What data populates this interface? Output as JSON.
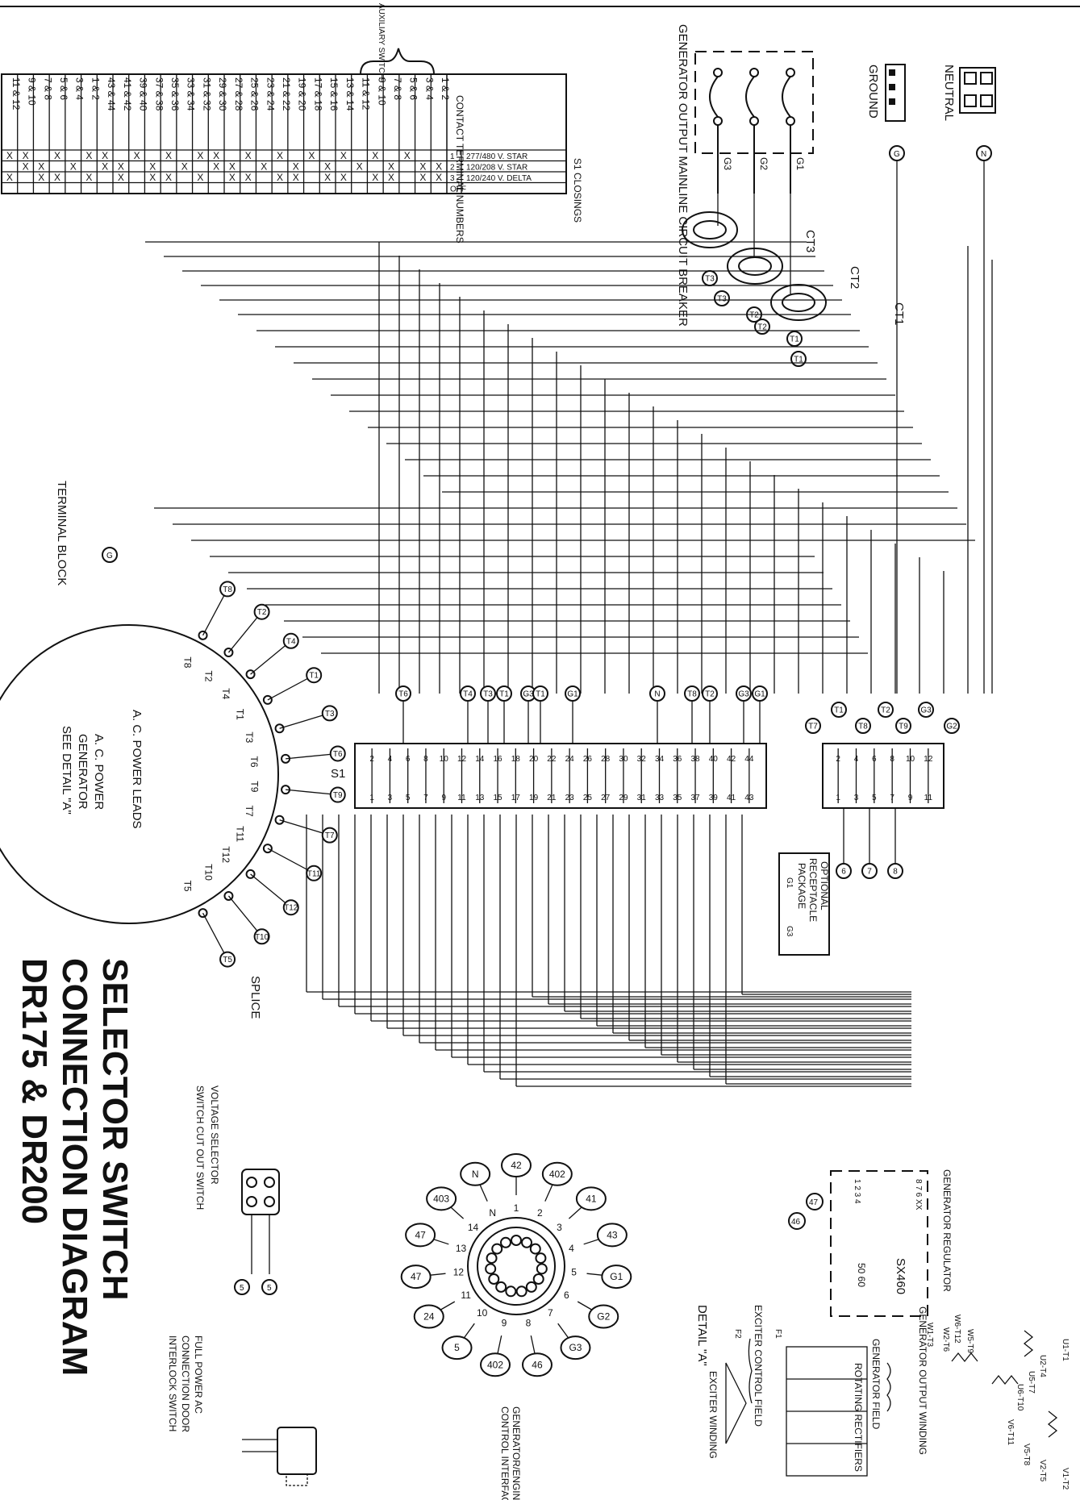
{
  "title": {
    "line1": "SELECTOR SWITCH",
    "line2": "CONNECTION DIAGRAM",
    "line3": "DR175 & DR200"
  },
  "labels": {
    "breaker": "GENERATOR OUTPUT MAINLINE CIRCUIT BREAKER",
    "ground": "GROUND",
    "neutral": "NEUTRAL",
    "aux_switch": "AUXILIARY SWITCH",
    "terminal_block": "TERMINAL BLOCK",
    "splice": "SPLICE",
    "s1": "S1",
    "ac_power_leads": "A. C. POWER LEADS",
    "gen_line1": "A. C. POWER",
    "gen_line2": "GENERATOR",
    "gen_line3": "SEE DETAIL \"A\"",
    "receptacle_line1": "OPTIONAL",
    "receptacle_line2": "RECEPTACLE",
    "receptacle_line3": "PACKAGE",
    "regulator": "GENERATOR REGULATOR",
    "sx460": "SX460",
    "reg_freq": "50  60",
    "reg_terms_top": "8 7 6 XX",
    "reg_terms_bottom": "1 2 3 4",
    "exciter_control_field": "EXCITER CONTROL FIELD",
    "detail_a": "DETAIL \"A\"",
    "exciter_winding": "EXCITER WINDING",
    "rotating_rectifiers": "ROTATING RECTIFIERS",
    "generator_field": "GENERATOR FIELD",
    "gen_output_winding": "GENERATOR OUTPUT WINDING",
    "voltage_selector_line1": "VOLTAGE SELECTOR",
    "voltage_selector_line2": "SWITCH CUT OUT SWITCH",
    "full_power_line1": "FULL POWER AC",
    "full_power_line2": "CONNECTION DOOR",
    "full_power_line3": "INTERLOCK SWITCH",
    "engine_interface_line1": "GENERATOR/ENGINE",
    "engine_interface_line2": "CONTROL INTERFACE",
    "ct1": "CT1",
    "ct2": "CT2",
    "ct3": "CT3"
  },
  "closings_table": {
    "title": "S1 CLOSINGS",
    "header": "CONTACT TERMINAL NUMBERS",
    "modes": [
      {
        "num": "1",
        "name": "277/480 V. STAR"
      },
      {
        "num": "2",
        "name": "120/208 V. STAR"
      },
      {
        "num": "3",
        "name": "120/240 V. DELTA"
      },
      {
        "num": "OFF",
        "name": ""
      }
    ],
    "contacts": [
      "11 & 12",
      "9 & 10",
      "7 & 8",
      "5 & 6",
      "3 & 4",
      "1 & 2",
      "43 & 44",
      "41 & 42",
      "39 & 40",
      "37 & 38",
      "35 & 36",
      "33 & 34",
      "31 & 32",
      "29 & 30",
      "27 & 28",
      "25 & 26",
      "23 & 24",
      "21 & 22",
      "19 & 20",
      "17 & 18",
      "15 & 16",
      "13 & 14",
      "11 & 12",
      "9 & 10",
      "7 & 8",
      "5 & 6",
      "3 & 4",
      "1 & 2"
    ],
    "marks": [
      [
        "X",
        "",
        "X",
        ""
      ],
      [
        "X",
        "X",
        "",
        ""
      ],
      [
        "",
        "X",
        "X",
        ""
      ],
      [
        "X",
        "",
        "X",
        ""
      ],
      [
        "",
        "X",
        "",
        ""
      ],
      [
        "X",
        "",
        "X",
        ""
      ],
      [
        "X",
        "X",
        "",
        ""
      ],
      [
        "",
        "X",
        "X",
        ""
      ],
      [
        "X",
        "",
        "",
        ""
      ],
      [
        "",
        "X",
        "X",
        ""
      ],
      [
        "X",
        "",
        "X",
        ""
      ],
      [
        "",
        "X",
        "",
        ""
      ],
      [
        "X",
        "",
        "X",
        ""
      ],
      [
        "X",
        "X",
        "",
        ""
      ],
      [
        "",
        "X",
        "X",
        ""
      ],
      [
        "X",
        "",
        "X",
        ""
      ],
      [
        "",
        "X",
        "",
        ""
      ],
      [
        "X",
        "",
        "X",
        ""
      ],
      [
        "",
        "X",
        "X",
        ""
      ],
      [
        "X",
        "",
        "",
        ""
      ],
      [
        "",
        "X",
        "X",
        ""
      ],
      [
        "X",
        "",
        "X",
        ""
      ],
      [
        "",
        "X",
        "",
        ""
      ],
      [
        "X",
        "",
        "X",
        ""
      ],
      [
        "",
        "X",
        "X",
        ""
      ],
      [
        "X",
        "",
        "",
        ""
      ],
      [
        "",
        "X",
        "X",
        ""
      ],
      [
        "",
        "X",
        "X",
        ""
      ]
    ]
  },
  "breaker_terminals": [
    "G1",
    "G2",
    "G3"
  ],
  "ground_terminal": "G",
  "neutral_terminal": "N",
  "ct_tags": [
    "T1",
    "T1",
    "T2",
    "T2",
    "T3",
    "T3"
  ],
  "generator_leads": [
    "T8",
    "T2",
    "T4",
    "T1",
    "T3",
    "T6",
    "T9",
    "T7",
    "T11",
    "T12",
    "T10",
    "T5"
  ],
  "lead_tags": [
    "T8",
    "T2",
    "T4",
    "T1",
    "T3",
    "T6",
    "T9",
    "T7",
    "T11",
    "T12",
    "T10",
    "T5"
  ],
  "s1_terminals_top": [
    "2",
    "4",
    "6",
    "8",
    "10",
    "12",
    "14",
    "16",
    "18",
    "20",
    "22",
    "24",
    "26",
    "28",
    "30",
    "32",
    "34",
    "36",
    "38",
    "40",
    "42",
    "44"
  ],
  "s1_terminals_bottom": [
    "1",
    "3",
    "5",
    "7",
    "9",
    "11",
    "13",
    "15",
    "17",
    "19",
    "21",
    "23",
    "25",
    "27",
    "29",
    "31",
    "33",
    "35",
    "37",
    "39",
    "41",
    "43"
  ],
  "s1_top_tags": [
    "T6",
    "T4",
    "T3",
    "T1",
    "G3",
    "T1",
    "G1",
    "N",
    "T8",
    "T2",
    "G3",
    "G1"
  ],
  "aux_terminals_top": [
    "2",
    "4",
    "6",
    "8",
    "10",
    "12"
  ],
  "aux_terminals_bottom": [
    "1",
    "3",
    "5",
    "7",
    "9",
    "11"
  ],
  "aux_top_tags": [
    "T7",
    "T1",
    "T8",
    "T2",
    "T9",
    "G3",
    "G2"
  ],
  "aux_bottom_tags": [
    "6",
    "7",
    "8"
  ],
  "connector_pins": [
    {
      "pin": "1",
      "tag": "42"
    },
    {
      "pin": "2",
      "tag": "402"
    },
    {
      "pin": "3",
      "tag": "41"
    },
    {
      "pin": "4",
      "tag": "43"
    },
    {
      "pin": "5",
      "tag": "G1"
    },
    {
      "pin": "6",
      "tag": "G2"
    },
    {
      "pin": "7",
      "tag": "G3"
    },
    {
      "pin": "8",
      "tag": "46"
    },
    {
      "pin": "9",
      "tag": "402"
    },
    {
      "pin": "10",
      "tag": "5"
    },
    {
      "pin": "11",
      "tag": "24"
    },
    {
      "pin": "12",
      "tag": "47"
    },
    {
      "pin": "13",
      "tag": "47"
    },
    {
      "pin": "14",
      "tag": "403"
    },
    {
      "pin": "N",
      "tag": "N"
    }
  ],
  "reg_tags": [
    "47",
    "46"
  ],
  "switch_tags": [
    "5",
    "5"
  ],
  "receptacle_terms": [
    "G1",
    "G3"
  ],
  "winding_labels": [
    "U1-T1",
    "U2-T4",
    "U5-T7",
    "U6-T10",
    "V6-T11",
    "V5-T8",
    "V2-T5",
    "V1-T2",
    "W6-T12",
    "W5-T9",
    "W2-T6",
    "W1-T3"
  ],
  "exciter_field_terms": [
    "F1",
    "F2"
  ]
}
